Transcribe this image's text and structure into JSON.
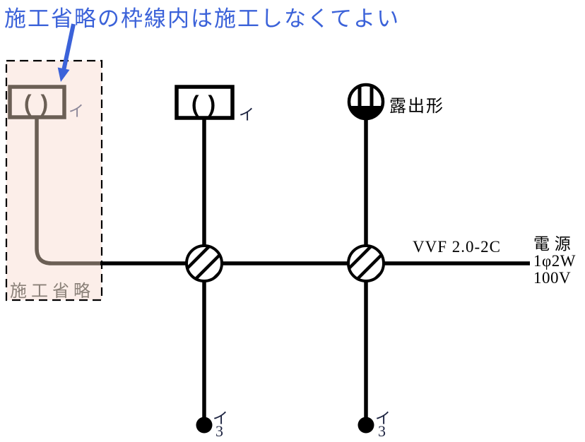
{
  "annotation": {
    "text": "施工省略の枠線内は施工しなくてよい",
    "color": "#3b62d9"
  },
  "omission_box": {
    "label": "施工省略",
    "background_color": "#fceee9",
    "symbol_color": "#6b5f55",
    "lamp": {
      "glyph": "( )",
      "name_label": "イ"
    }
  },
  "center_lamp": {
    "glyph": "( )",
    "name_label": "イ"
  },
  "receptacle": {
    "label": "露出形"
  },
  "cable": {
    "label": "VVF 2.0-2C"
  },
  "power": {
    "line1": "電 源",
    "line2": "1φ2W",
    "line3": "100V"
  },
  "switches": {
    "left": {
      "name_label": "イ",
      "number": "3"
    },
    "right": {
      "name_label": "イ",
      "number": "3"
    }
  }
}
